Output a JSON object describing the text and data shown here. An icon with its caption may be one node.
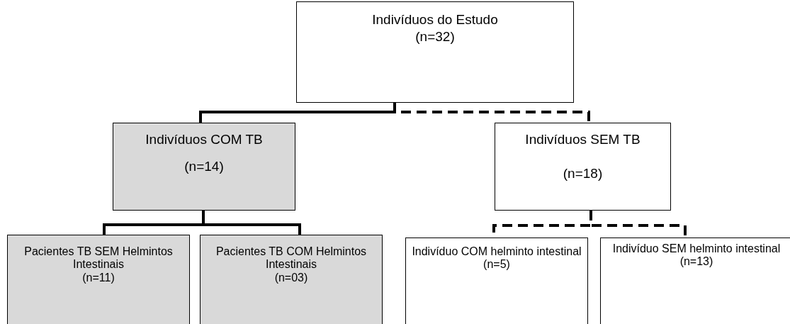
{
  "diagram": {
    "nodes": [
      {
        "text": [
          "Indivíduos do Estudo",
          "(n=32)"
        ]
      },
      {
        "text": [
          "Indivíduos COM TB",
          "(n=14)"
        ]
      },
      {
        "text": [
          "Indivíduos SEM TB",
          "(n=18)"
        ]
      },
      {
        "text": [
          "Pacientes TB SEM Helmintos Intestinais",
          "(n=11)"
        ]
      },
      {
        "text": [
          "Pacientes TB COM Helmintos Intestinais",
          "(n=03)"
        ]
      },
      {
        "text": [
          "Indivíduo COM helminto intestinal",
          "(n=5)"
        ]
      },
      {
        "text": [
          "Indivíduo SEM helminto intestinal",
          "(n=13)"
        ]
      }
    ],
    "edges": [
      {
        "from": 0,
        "to": 1,
        "arrow": "none"
      },
      {
        "from": 0,
        "to": 2,
        "arrow": "none",
        "style": "dashed"
      },
      {
        "from": 1,
        "to": 3,
        "arrow": "none"
      },
      {
        "from": 1,
        "to": 4,
        "arrow": "none"
      },
      {
        "from": 2,
        "to": 5,
        "arrow": "none",
        "style": "dashed"
      },
      {
        "from": 2,
        "to": 6,
        "arrow": "none",
        "style": "dashed"
      }
    ]
  }
}
